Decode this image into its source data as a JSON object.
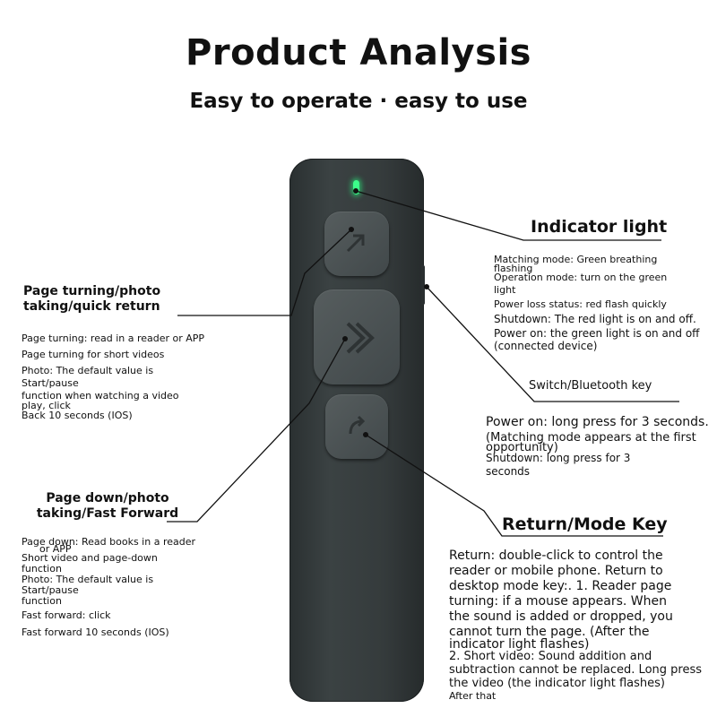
{
  "header": {
    "title": "Product Analysis",
    "subtitle": "Easy to operate · easy to use"
  },
  "indicator": {
    "heading": "Indicator light",
    "lines": [
      "Matching mode: Green breathing",
      "flashing",
      "Operation mode: turn on the green",
      "light",
      "Power loss status: red flash quickly",
      "Shutdown: The red light is on and off.",
      "Power on: the green light is on and off",
      "(connected device)"
    ]
  },
  "switch_key": {
    "heading": "Switch/Bluetooth key",
    "lines": [
      "Power on: long press for 3 seconds.",
      "(Matching mode appears at the first",
      "opportunity)",
      "Shutdown: long press for 3",
      "seconds"
    ]
  },
  "page_turning": {
    "heading_line1": "Page turning/photo",
    "heading_line2": "taking/quick return",
    "lines": [
      "Page turning: read in a reader or APP",
      "Page turning for short videos",
      "Photo: The default value is",
      "Start/pause",
      "function when watching a video",
      "play, click",
      "Back 10 seconds (IOS)"
    ]
  },
  "page_down": {
    "heading_line1": "Page down/photo",
    "heading_line2": "taking/Fast Forward",
    "lines": [
      "Page down: Read books in a reader",
      "or APP",
      "Short video and page-down",
      "function",
      "Photo: The default value is",
      "Start/pause",
      "function",
      "Fast forward: click",
      "Fast forward 10 seconds (IOS)"
    ]
  },
  "return_key": {
    "heading": "Return/Mode Key",
    "lines": [
      "Return: double-click to control the",
      "reader or mobile phone. Return to",
      "desktop mode key:. 1. Reader page",
      "turning: if a mouse appears. When",
      "the sound is added or dropped, you",
      "cannot turn the page. (After the",
      "indicator light flashes)",
      "2. Short video: Sound addition and",
      "subtraction cannot be replaced. Long press",
      "the video (the indicator light flashes)",
      "After that"
    ]
  },
  "colors": {
    "led": "#3cff8a",
    "remote_body": "#353b3c",
    "key": "#4c5355"
  },
  "icons": [
    "up-arrow-icon",
    "right-chevron-icon",
    "return-icon",
    "indicator-led"
  ]
}
